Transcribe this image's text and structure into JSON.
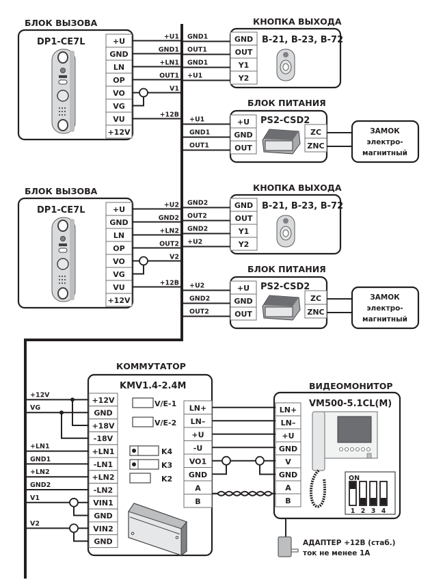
{
  "call_panel_1": {
    "title": "БЛОК ВЫЗОВА",
    "model": "DP1-CE7L",
    "terminals": [
      "+U",
      "GND",
      "LN",
      "OP",
      "VO",
      "VG",
      "VU",
      "+12V"
    ],
    "wires": [
      "+U1",
      "GND1",
      "+LN1",
      "OUT1",
      "V1",
      "+12В"
    ]
  },
  "exit_button_1": {
    "title": "КНОПКА ВЫХОДА",
    "model": "B-21, B-23, B-72",
    "terminals": [
      "GND",
      "OUT",
      "Y1",
      "Y2"
    ],
    "wires": [
      "GND1",
      "OUT1",
      "GND1",
      "+U1"
    ]
  },
  "power_supply_1": {
    "title": "БЛОК ПИТАНИЯ",
    "model": "PS2-CSD2",
    "terminals_in": [
      "+U",
      "GND",
      "OUT"
    ],
    "terminals_out": [
      "ZC",
      "ZNC"
    ],
    "wires": [
      "+U1",
      "GND1",
      "OUT1"
    ]
  },
  "lock_1": {
    "lines": [
      "ЗАМОК",
      "электро-",
      "магнитный"
    ]
  },
  "call_panel_2": {
    "title": "БЛОК ВЫЗОВА",
    "model": "DP1-CE7L",
    "terminals": [
      "+U",
      "GND",
      "LN",
      "OP",
      "VO",
      "VG",
      "VU",
      "+12V"
    ],
    "wires": [
      "+U2",
      "GND2",
      "+LN2",
      "OUT2",
      "V2",
      "+12В"
    ]
  },
  "exit_button_2": {
    "title": "КНОПКА ВЫХОДА",
    "model": "B-21, B-23, B-72",
    "terminals": [
      "GND",
      "OUT",
      "Y1",
      "Y2"
    ],
    "wires": [
      "GND2",
      "OUT2",
      "GND2",
      "+U2"
    ]
  },
  "power_supply_2": {
    "title": "БЛОК ПИТАНИЯ",
    "model": "PS2-CSD2",
    "terminals_in": [
      "+U",
      "GND",
      "OUT"
    ],
    "terminals_out": [
      "ZC",
      "ZNC"
    ],
    "wires": [
      "+U2",
      "GND2",
      "OUT2"
    ]
  },
  "lock_2": {
    "lines": [
      "ЗАМОК",
      "электро-",
      "магнитный"
    ]
  },
  "switch": {
    "title": "КОММУТАТОР",
    "model": "KMV1.4-2.4M",
    "left_terminals": [
      "+12V",
      "GND",
      "+18V",
      "-18V",
      "+LN1",
      "-LN1",
      "+LN2",
      "-LN2",
      "VIN1",
      "GND",
      "VIN2",
      "GND"
    ],
    "right_terminals": [
      "LN+",
      "LN–",
      "+U",
      "-U",
      "VO1",
      "GND",
      "A",
      "B"
    ],
    "jumpers": [
      {
        "label": "V/E-1",
        "dot": false
      },
      {
        "label": "V/E-2",
        "dot": false
      },
      {
        "label": "K4",
        "dot": true
      },
      {
        "label": "K3",
        "dot": true
      },
      {
        "label": "K2",
        "dot": false
      }
    ],
    "bus_wires": [
      "+12V",
      "VG",
      "+LN1",
      "GND1",
      "+LN2",
      "GND2",
      "V1",
      "V2"
    ]
  },
  "monitor": {
    "title": "ВИДЕОМОНИТОР",
    "model": "VM500-5.1CL(M)",
    "terminals": [
      "LN+",
      "LN–",
      "+U",
      "GND",
      "V",
      "GND",
      "A",
      "B"
    ],
    "dip": {
      "on_label": "ON",
      "switches": [
        "1",
        "2",
        "3",
        "4"
      ],
      "state": [
        true,
        false,
        false,
        false
      ]
    }
  },
  "adapter": {
    "line1": "АДАПТЕР +12В (стаб.)",
    "line2": "ток не менее 1А"
  }
}
